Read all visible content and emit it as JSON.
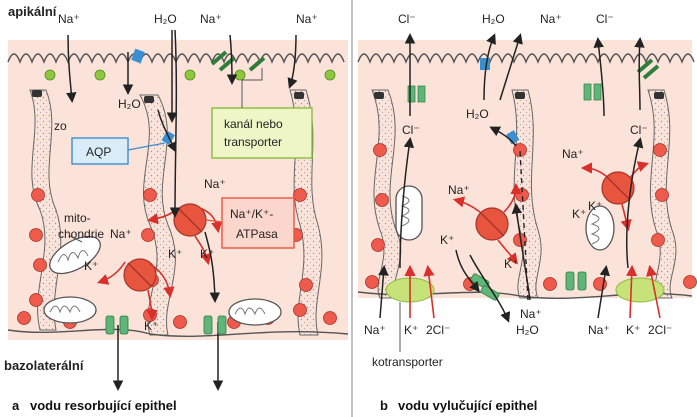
{
  "panel_a": {
    "label_apical": "apikální",
    "label_basolateral": "bazolaterální",
    "top_na1": "Na⁺",
    "top_h2o": "H₂O",
    "top_na2": "Na⁺",
    "top_na3": "Na⁺",
    "zo": "zo",
    "h2o_mid": "H₂O",
    "aqp": "AQP",
    "channel_box_line1": "kanál nebo",
    "channel_box_line2": "transporter",
    "mito_line1": "mito-",
    "mito_line2": "chondrie",
    "na_right": "Na⁺",
    "atpase_line1": "Na⁺/K⁺-",
    "atpase_line2": "ATPasa",
    "na_left": "Na⁺",
    "k_left": "K⁺",
    "k_left2": "K⁺",
    "k_mid": "K⁺",
    "k_right": "K⁺",
    "caption_letter": "a",
    "caption_text": "vodu resorbující epithel"
  },
  "panel_b": {
    "top_cl1": "Cl⁻",
    "top_h2o": "H₂O",
    "top_na": "Na⁺",
    "top_cl2": "Cl⁻",
    "cl_left": "Cl⁻",
    "h2o_mid": "H₂O",
    "na_mid": "Na⁺",
    "k_mid": "K⁺",
    "k_mid2": "K⁺",
    "na_right": "Na⁺",
    "k_right": "K⁺",
    "cl_right": "Cl⁻",
    "k_right2": "K⁺",
    "bottom_na1": "Na⁺",
    "bottom_k1": "K⁺",
    "bottom_2cl1": "2Cl⁻",
    "bottom_na2": "Na⁺",
    "bottom_h2o": "H₂O",
    "bottom_na3": "Na⁺",
    "bottom_k2": "K⁺",
    "bottom_2cl2": "2Cl⁻",
    "cotransporter": "kotransporter",
    "caption_letter": "b",
    "caption_text": "vodu vylučující epithel"
  },
  "colors": {
    "cell": "#fbe3da",
    "border": "#555555",
    "pump": "#e8553f",
    "dot_red": "#ee5a4c",
    "dot_green": "#8dc63f",
    "channel": "#5fb57a",
    "aqp": "#3a8fd0",
    "box_blue": "#d9ecf8",
    "box_green": "#eef6c8",
    "box_red": "#fbd6cc",
    "cotransporter": "#c8e27a",
    "arrow_red": "#d9302b"
  }
}
